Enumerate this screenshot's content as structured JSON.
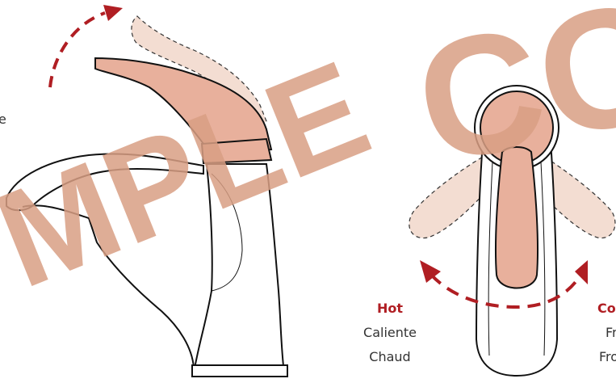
{
  "watermark": {
    "left_text": "MPLE",
    "right_text": "CO",
    "color": "#d99f84"
  },
  "side_view": {
    "edge_text": "e"
  },
  "labels": {
    "hot": {
      "title": "Hot",
      "line1": "Caliente",
      "line2": "Chaud"
    },
    "cold": {
      "title": "Co",
      "line1": "Fr",
      "line2": "Fro"
    }
  },
  "colors": {
    "handle_fill": "#e8b09c",
    "ghost_fill": "#f3ddd2",
    "arrow": "#b01e23",
    "outline": "#111111",
    "label_accent": "#b01e23"
  },
  "icons": [
    "rotate-arrow-icon",
    "swing-arrow-icon"
  ]
}
